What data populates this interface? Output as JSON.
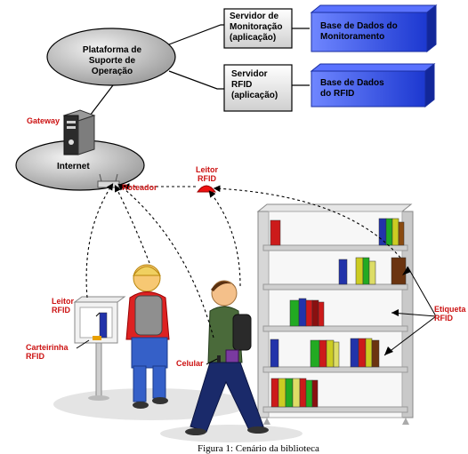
{
  "platform": {
    "line1": "Plataforma de",
    "line2": "Suporte de Operação"
  },
  "server_monitor": {
    "line1": "Servidor de",
    "line2": "Monitoração",
    "line3": "(aplicação)"
  },
  "server_rfid": {
    "line1": "Servidor",
    "line2": "RFID",
    "line3": "(aplicação)"
  },
  "db_monitor": {
    "line1": "Base de Dados do",
    "line2": "Monitoramento"
  },
  "db_rfid": {
    "line1": "Base de Dados",
    "line2": "do RFID"
  },
  "gateway_label": "Gateway",
  "internet_label": "Internet",
  "router_label": "Roteador",
  "reader_top": {
    "line1": "Leitor",
    "line2": "RFID"
  },
  "reader_left": {
    "line1": "Leitor",
    "line2": "RFID"
  },
  "card_label": {
    "line1": "Carteirinha",
    "line2": "RFID"
  },
  "phone_label": "Celular",
  "tag_label": {
    "line1": "Etiqueta",
    "line2": "RFID"
  },
  "caption": "Figura 1: Cenário da biblioteca",
  "colors": {
    "accent_red": "#cc1111",
    "db_blue": "#1f3fd6",
    "ellipse_gray": "#c8c8c8"
  }
}
